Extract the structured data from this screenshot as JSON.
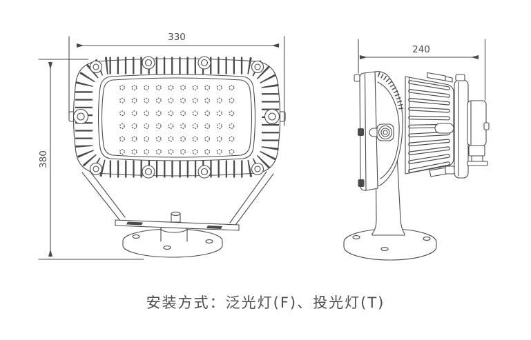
{
  "colors": {
    "background": "#ffffff",
    "line": "#4a4a4a",
    "text": "#4c4c4c"
  },
  "front_view": {
    "width_dim": "330",
    "height_dim": "380",
    "led_grid": {
      "rows": 6,
      "columns": 10,
      "total_leds": 60
    }
  },
  "side_view": {
    "depth_dim": "240"
  },
  "caption": "安装方式：泛光灯(F)、投光灯(T)"
}
